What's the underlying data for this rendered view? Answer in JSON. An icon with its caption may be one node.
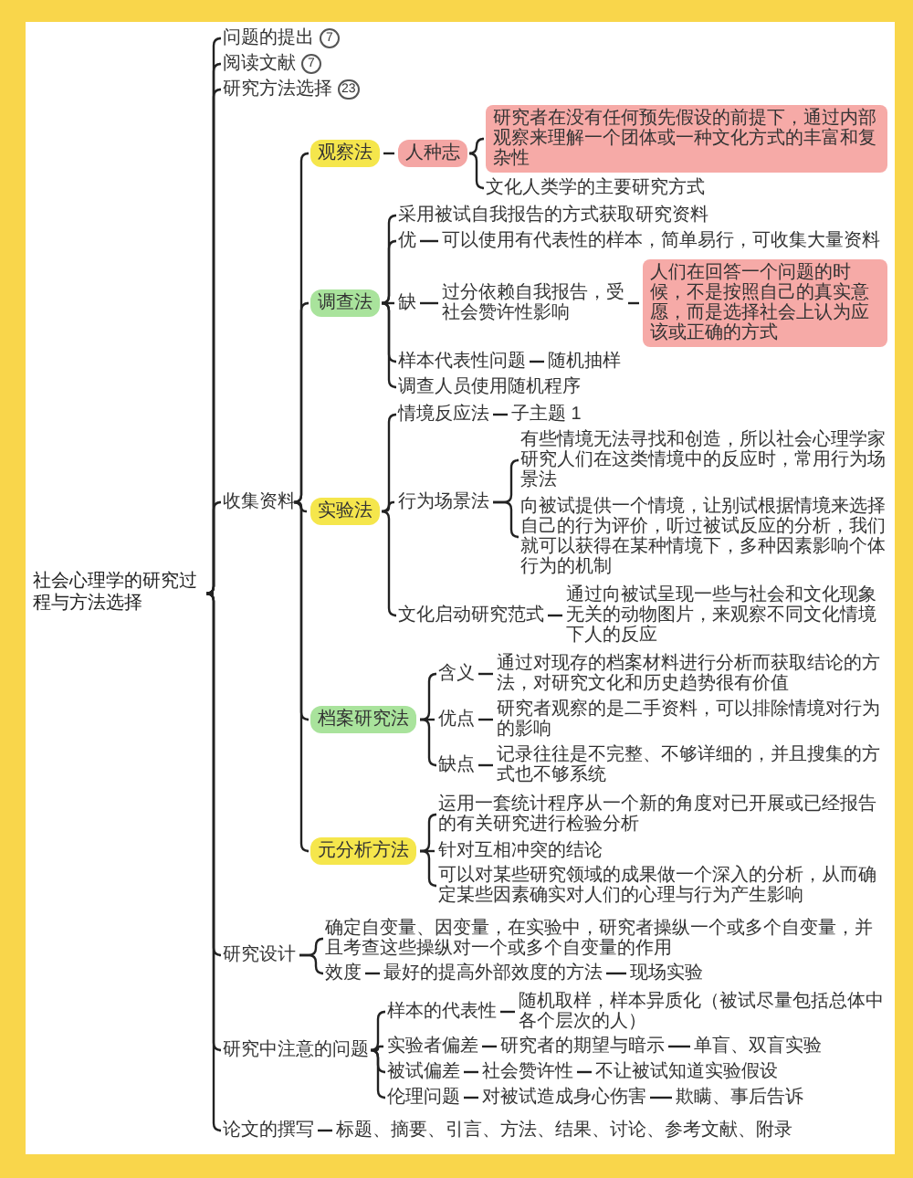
{
  "diagram": {
    "nodes": [
      {
        "text": [
          "社会心理学的研究过程与方法选择"
        ]
      },
      {
        "text": [
          "问题的提出"
        ],
        "beside": [
          "7"
        ]
      },
      {
        "text": [
          "阅读文献"
        ],
        "beside": [
          "7"
        ]
      },
      {
        "text": [
          "研究方法选择"
        ],
        "beside": [
          "23"
        ]
      },
      {
        "text": [
          "收集资料"
        ]
      },
      {
        "text": [
          "观察法"
        ]
      },
      {
        "text": [
          "人种志"
        ]
      },
      {
        "text": [
          "研究者在没有任何预先假设的前提下，通过内部观察来理解一个团体或一种文化方式的丰富和复杂性"
        ]
      },
      {
        "text": [
          "文化人类学的主要研究方式"
        ]
      },
      {
        "text": [
          "调查法"
        ]
      },
      {
        "text": [
          "采用被试自我报告的方式获取研究资料"
        ]
      },
      {
        "text": [
          "优"
        ]
      },
      {
        "text": [
          "可以使用有代表性的样本，简单易行，可收集大量资料"
        ]
      },
      {
        "text": [
          "缺"
        ]
      },
      {
        "text": [
          "过分依赖自我报告，受社会赞许性影响"
        ]
      },
      {
        "text": [
          "人们在回答一个问题的时候，不是按照自己的真实意愿，而是选择社会上认为应该或正确的方式"
        ]
      },
      {
        "text": [
          "样本代表性问题"
        ]
      },
      {
        "text": [
          "随机抽样"
        ]
      },
      {
        "text": [
          "调查人员使用随机程序"
        ]
      },
      {
        "text": [
          "实验法"
        ]
      },
      {
        "text": [
          "情境反应法"
        ]
      },
      {
        "text": [
          "子主题 1"
        ]
      },
      {
        "text": [
          "行为场景法"
        ]
      },
      {
        "text": [
          "有些情境无法寻找和创造，所以社会心理学家研究人们在这类情境中的反应时，常用行为场景法"
        ]
      },
      {
        "text": [
          "向被试提供一个情境，让别试根据情境来选择自己的行为评价，听过被试反应的分析，我们就可以获得在某种情境下，多种因素影响个体行为的机制"
        ]
      },
      {
        "text": [
          "文化启动研究范式"
        ]
      },
      {
        "text": [
          "通过向被试呈现一些与社会和文化现象无关的动物图片，来观察不同文化情境下人的反应"
        ]
      },
      {
        "text": [
          "档案研究法"
        ]
      },
      {
        "text": [
          "含义"
        ]
      },
      {
        "text": [
          "通过对现存的档案材料进行分析而获取结论的方法，对研究文化和历史趋势很有价值"
        ]
      },
      {
        "text": [
          "优点"
        ]
      },
      {
        "text": [
          "研究者观察的是二手资料，可以排除情境对行为的影响"
        ]
      },
      {
        "text": [
          "缺点"
        ]
      },
      {
        "text": [
          "记录往往是不完整、不够详细的，并且搜集的方式也不够系统"
        ]
      },
      {
        "text": [
          "元分析方法"
        ]
      },
      {
        "text": [
          "运用一套统计程序从一个新的角度对已开展或已经报告的有关研究进行检验分析"
        ]
      },
      {
        "text": [
          "针对互相冲突的结论"
        ]
      },
      {
        "text": [
          "可以对某些研究领域的成果做一个深入的分析，从而确定某些因素确实对人们的心理与行为产生影响"
        ]
      },
      {
        "text": [
          "研究设计"
        ]
      },
      {
        "text": [
          "确定自变量、因变量，在实验中，研究者操纵一个或多个自变量，并且考查这些操纵对一个或多个自变量的作用"
        ]
      },
      {
        "text": [
          "效度"
        ]
      },
      {
        "text": [
          "最好的提高外部效度的方法"
        ]
      },
      {
        "text": [
          "现场实验"
        ]
      },
      {
        "text": [
          "研究中注意的问题"
        ]
      },
      {
        "text": [
          "样本的代表性"
        ]
      },
      {
        "text": [
          "随机取样，样本异质化（被试尽量包括总体中各个层次的人）"
        ]
      },
      {
        "text": [
          "实验者偏差"
        ]
      },
      {
        "text": [
          "研究者的期望与暗示"
        ]
      },
      {
        "text": [
          "单盲、双盲实验"
        ]
      },
      {
        "text": [
          "被试偏差"
        ]
      },
      {
        "text": [
          "社会赞许性"
        ]
      },
      {
        "text": [
          "不让被试知道实验假设"
        ]
      },
      {
        "text": [
          "伦理问题"
        ]
      },
      {
        "text": [
          "对被试造成身心伤害"
        ]
      },
      {
        "text": [
          "欺瞒、事后告诉"
        ]
      },
      {
        "text": [
          "论文的撰写"
        ]
      },
      {
        "text": [
          "标题、摘要、引言、方法、结果、讨论、参考文献、附录"
        ]
      }
    ],
    "edges": [
      {
        "from": 0,
        "to": 1,
        "arrow": "none"
      },
      {
        "from": 0,
        "to": 2,
        "arrow": "none"
      },
      {
        "from": 0,
        "to": 3,
        "arrow": "none"
      },
      {
        "from": 0,
        "to": 4,
        "arrow": "none"
      },
      {
        "from": 0,
        "to": 38,
        "arrow": "none"
      },
      {
        "from": 0,
        "to": 43,
        "arrow": "none"
      },
      {
        "from": 0,
        "to": 55,
        "arrow": "none"
      },
      {
        "from": 4,
        "to": 5,
        "arrow": "none"
      },
      {
        "from": 4,
        "to": 9,
        "arrow": "none"
      },
      {
        "from": 4,
        "to": 19,
        "arrow": "none"
      },
      {
        "from": 4,
        "to": 27,
        "arrow": "none"
      },
      {
        "from": 4,
        "to": 34,
        "arrow": "none"
      },
      {
        "from": 5,
        "to": 6,
        "arrow": "none"
      },
      {
        "from": 6,
        "to": 7,
        "arrow": "none"
      },
      {
        "from": 6,
        "to": 8,
        "arrow": "none"
      },
      {
        "from": 9,
        "to": 10,
        "arrow": "none"
      },
      {
        "from": 9,
        "to": 11,
        "arrow": "none"
      },
      {
        "from": 9,
        "to": 13,
        "arrow": "none"
      },
      {
        "from": 9,
        "to": 16,
        "arrow": "none"
      },
      {
        "from": 9,
        "to": 18,
        "arrow": "none"
      },
      {
        "from": 11,
        "to": 12,
        "arrow": "none"
      },
      {
        "from": 13,
        "to": 14,
        "arrow": "none"
      },
      {
        "from": 14,
        "to": 15,
        "arrow": "none"
      },
      {
        "from": 16,
        "to": 17,
        "arrow": "none"
      },
      {
        "from": 19,
        "to": 20,
        "arrow": "none"
      },
      {
        "from": 19,
        "to": 22,
        "arrow": "none"
      },
      {
        "from": 19,
        "to": 25,
        "arrow": "none"
      },
      {
        "from": 20,
        "to": 21,
        "arrow": "none"
      },
      {
        "from": 22,
        "to": 23,
        "arrow": "none"
      },
      {
        "from": 22,
        "to": 24,
        "arrow": "none"
      },
      {
        "from": 25,
        "to": 26,
        "arrow": "none"
      },
      {
        "from": 27,
        "to": 28,
        "arrow": "none"
      },
      {
        "from": 27,
        "to": 30,
        "arrow": "none"
      },
      {
        "from": 27,
        "to": 32,
        "arrow": "none"
      },
      {
        "from": 28,
        "to": 29,
        "arrow": "none"
      },
      {
        "from": 30,
        "to": 31,
        "arrow": "none"
      },
      {
        "from": 32,
        "to": 33,
        "arrow": "none"
      },
      {
        "from": 34,
        "to": 35,
        "arrow": "none"
      },
      {
        "from": 34,
        "to": 36,
        "arrow": "none"
      },
      {
        "from": 34,
        "to": 37,
        "arrow": "none"
      },
      {
        "from": 38,
        "to": 39,
        "arrow": "none"
      },
      {
        "from": 38,
        "to": 40,
        "arrow": "none"
      },
      {
        "from": 40,
        "to": 41,
        "arrow": "none"
      },
      {
        "from": 41,
        "to": 42,
        "arrow": "none"
      },
      {
        "from": 43,
        "to": 44,
        "arrow": "none"
      },
      {
        "from": 43,
        "to": 46,
        "arrow": "none"
      },
      {
        "from": 43,
        "to": 49,
        "arrow": "none"
      },
      {
        "from": 43,
        "to": 52,
        "arrow": "none"
      },
      {
        "from": 44,
        "to": 45,
        "arrow": "none"
      },
      {
        "from": 46,
        "to": 47,
        "arrow": "none"
      },
      {
        "from": 47,
        "to": 48,
        "arrow": "none"
      },
      {
        "from": 49,
        "to": 50,
        "arrow": "none"
      },
      {
        "from": 50,
        "to": 51,
        "arrow": "none"
      },
      {
        "from": 52,
        "to": 53,
        "arrow": "none"
      },
      {
        "from": 53,
        "to": 54,
        "arrow": "none"
      },
      {
        "from": 55,
        "to": 56,
        "arrow": "none"
      }
    ]
  }
}
